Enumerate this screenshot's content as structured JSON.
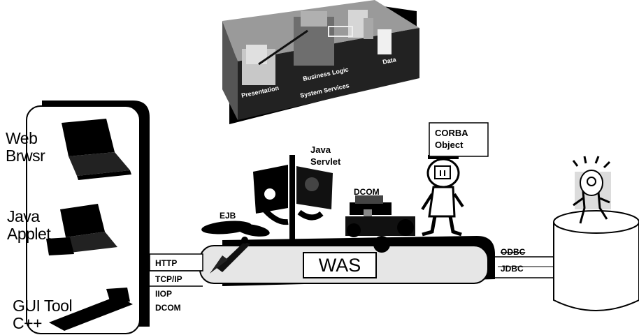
{
  "tier_picture": {
    "labels": [
      "Presentation",
      "Business Logic",
      "Data",
      "System Services"
    ]
  },
  "clients": {
    "items": [
      {
        "label": "Web\nBrwsr"
      },
      {
        "label": "Java\nApplet"
      },
      {
        "label": "GUI Tool\nC++"
      }
    ]
  },
  "protocols": {
    "items": [
      "HTTP",
      "TCP/IP",
      "IIOP",
      "DCOM"
    ]
  },
  "server": {
    "label": "WAS",
    "components": {
      "ejb": "EJB",
      "servlet": "Java\nServlet",
      "dcom": "DCOM",
      "corba": "CORBA\nObject"
    }
  },
  "database": {
    "protocols": [
      "ODBC",
      "JDBC"
    ]
  },
  "colors": {
    "ink": "#000000",
    "box_fill": "#e6e6e6",
    "paper": "#ffffff"
  },
  "icons": [
    "laptop-icon",
    "laptop-icon",
    "laptop-icon",
    "flag-icon",
    "dragonfly-icon",
    "robot-car-icon",
    "mascot-icon",
    "lightbulb-icon",
    "database-icon"
  ]
}
